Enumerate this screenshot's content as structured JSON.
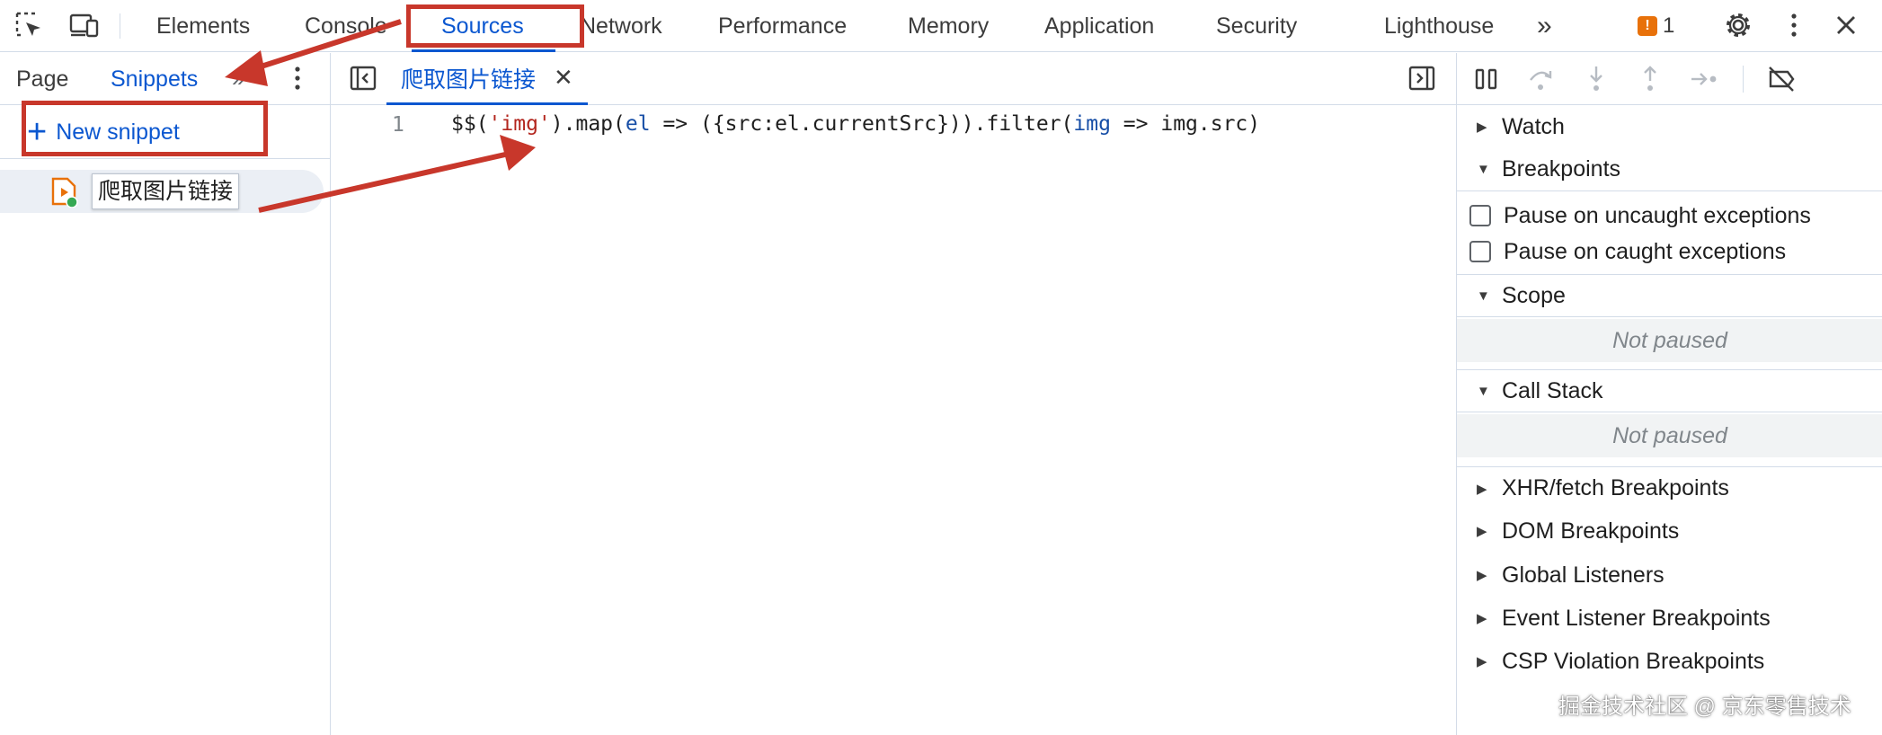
{
  "toolbar": {
    "inspect_icon": "select-element-icon",
    "device_icon": "device-toolbar-icon",
    "tabs": [
      {
        "label": "Elements"
      },
      {
        "label": "Console"
      },
      {
        "label": "Sources"
      },
      {
        "label": "Network"
      },
      {
        "label": "Performance"
      },
      {
        "label": "Memory"
      },
      {
        "label": "Application"
      },
      {
        "label": "Security"
      },
      {
        "label": "Lighthouse"
      }
    ],
    "active_tab": "Sources",
    "more_tabs": "»",
    "issues_count": "1",
    "issues_flag": "!"
  },
  "navigator": {
    "tabs": [
      {
        "label": "Page"
      },
      {
        "label": "Snippets"
      }
    ],
    "active_tab": "Snippets",
    "more": "»",
    "new_snippet_plus": "+",
    "new_snippet_label": "New snippet",
    "snippet_file": "爬取图片链接"
  },
  "editor": {
    "open_tab": "爬取图片链接",
    "close_glyph": "✕",
    "line_number": "1",
    "code": {
      "t1": "$$(",
      "t2": "'img'",
      "t3": ").map(",
      "t4": "el",
      "t5": " => ({src:el.currentSrc})).filter(",
      "t6": "img",
      "t7": " => img.src)"
    }
  },
  "debugger": {
    "sections": {
      "watch": "Watch",
      "breakpoints": "Breakpoints",
      "pause_uncaught": "Pause on uncaught exceptions",
      "pause_caught": "Pause on caught exceptions",
      "scope": "Scope",
      "scope_status": "Not paused",
      "call_stack": "Call Stack",
      "call_stack_status": "Not paused",
      "xhr": "XHR/fetch Breakpoints",
      "dom": "DOM Breakpoints",
      "global": "Global Listeners",
      "event": "Event Listener Breakpoints",
      "csp": "CSP Violation Breakpoints"
    },
    "collapsed_glyph": "▶",
    "expanded_glyph": "▼"
  },
  "watermark": "掘金技术社区 @ 京东零售技术",
  "colors": {
    "accent": "#0b57d0",
    "annotation": "#c8372b",
    "border": "#d3dce8",
    "snippet_dot": "#34a853",
    "snippet_file_icon": "#e8710a"
  }
}
